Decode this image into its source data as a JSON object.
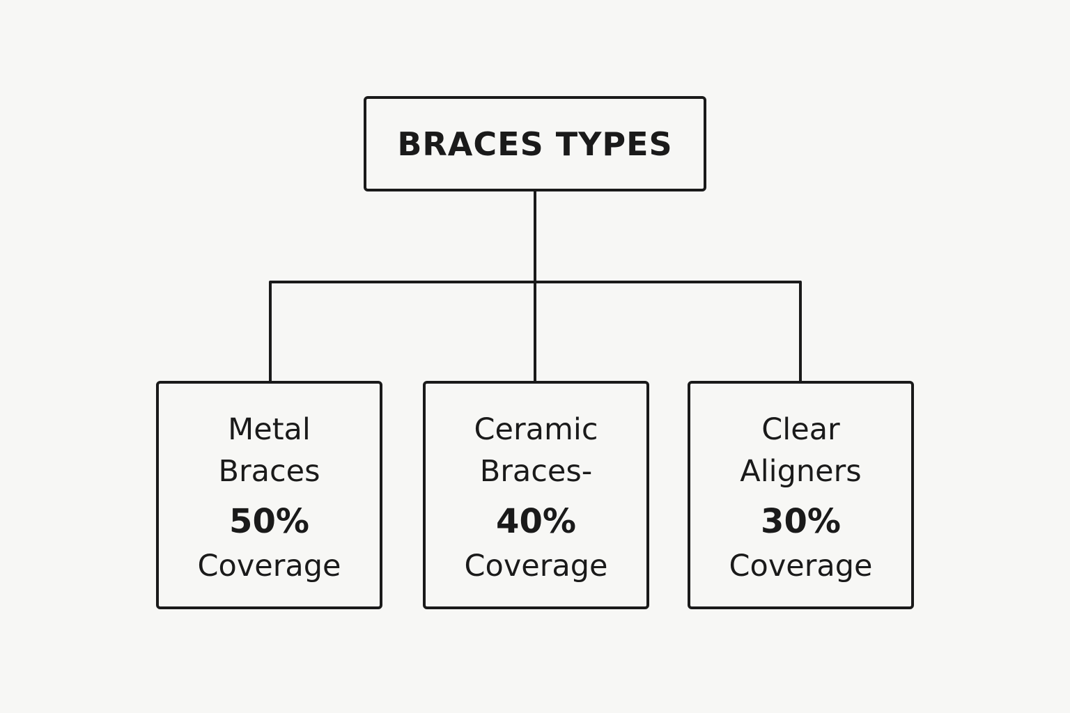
{
  "root": {
    "title": "BRACES TYPES"
  },
  "children": [
    {
      "line1": "Metal",
      "line2": "Braces",
      "percent": "50%",
      "caption": "Coverage"
    },
    {
      "line1": "Ceramic",
      "line2": "Braces-",
      "percent": "40%",
      "caption": "Coverage"
    },
    {
      "line1": "Clear",
      "line2": "Aligners",
      "percent": "30%",
      "caption": "Coverage"
    }
  ],
  "colors": {
    "line": "#1a1a1a",
    "background": "#f7f7f5"
  }
}
